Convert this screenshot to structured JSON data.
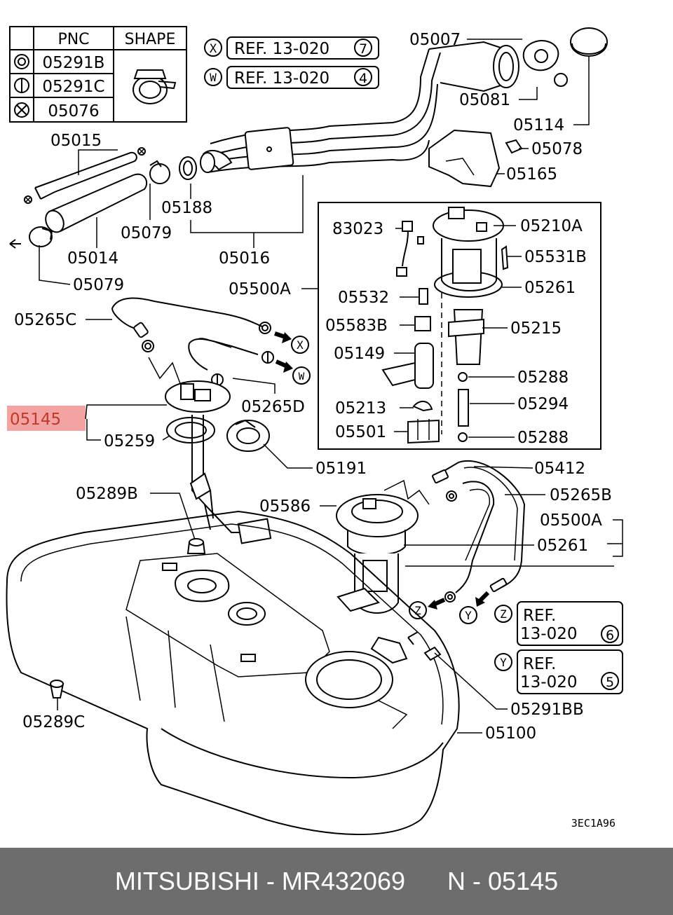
{
  "legend": {
    "headers": {
      "pnc": "PNC",
      "shape": "SHAPE"
    },
    "rows": [
      {
        "symbol": "double-circle",
        "pnc": "05291B"
      },
      {
        "symbol": "circle-bar",
        "pnc": "05291C"
      },
      {
        "symbol": "circle-x",
        "pnc": "05076"
      }
    ]
  },
  "refs": {
    "x": {
      "letter": "X",
      "text": "REF. 13-020",
      "num": "7"
    },
    "w": {
      "letter": "W",
      "text": "REF. 13-020",
      "num": "4"
    },
    "z": {
      "letter": "Z",
      "line1": "REF.",
      "line2": "13-020",
      "num": "6"
    },
    "y": {
      "letter": "Y",
      "line1": "REF.",
      "line2": "13-020",
      "num": "5"
    }
  },
  "arrow_letters": {
    "x": "X",
    "w": "W",
    "z": "Z",
    "y": "Y"
  },
  "labels": {
    "p05007": "05007",
    "p05081": "05081",
    "p05114": "05114",
    "p05078": "05078",
    "p05165": "05165",
    "p05015": "05015",
    "p05014": "05014",
    "p05079a": "05079",
    "p05079b": "05079",
    "p05188": "05188",
    "p05016": "05016",
    "p83023": "83023",
    "p05210a": "05210A",
    "p05531b": "05531B",
    "p05500a": "05500A",
    "p05532": "05532",
    "p05261a": "05261",
    "p05583b": "05583B",
    "p05215": "05215",
    "p05149": "05149",
    "p05288a": "05288",
    "p05213": "05213",
    "p05294": "05294",
    "p05501": "05501",
    "p05288b": "05288",
    "p05265c": "05265C",
    "p05265d": "05265D",
    "p05145": "05145",
    "p05259": "05259",
    "p05191": "05191",
    "p05412": "05412",
    "p05289b": "05289B",
    "p05586": "05586",
    "p05265b": "05265B",
    "p05500a2": "05500A",
    "p05261b": "05261",
    "p05289c": "05289C",
    "p05291bb": "05291BB",
    "p05100": "05100"
  },
  "figure_code": "3EC1A96",
  "footer": {
    "brand": "MITSUBISHI",
    "part_number": "MR432069",
    "ref": "N - 05145"
  },
  "colors": {
    "highlight": "#f4a3a3",
    "footer_bg": "#6d6d6d"
  }
}
